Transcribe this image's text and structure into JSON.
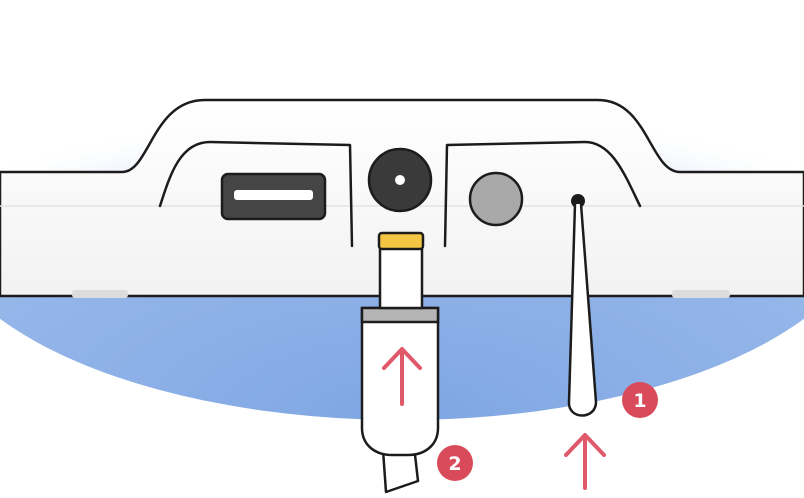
{
  "diagram": {
    "colors": {
      "glow": "#7fa6e3",
      "device_body": "#ffffff",
      "outline": "#1c1c1c",
      "usb_port": "#454545",
      "power_jack": "#3a3a3a",
      "round_button": "#a8a8a8",
      "plug_tip": "#f4c542",
      "plug_collar": "#b5b5b5",
      "arrow": "#e0596b",
      "badge": "#d94b5a"
    },
    "icons": {
      "usb_port": "usb-port-icon",
      "power_jack": "dc-power-jack-icon",
      "round_button": "round-button-icon",
      "reset_hole": "reset-pinhole-icon",
      "pin": "paperclip-pin-icon",
      "plug": "power-plug-icon",
      "arrow": "up-arrow-icon"
    },
    "steps": [
      {
        "number": "1",
        "target": "reset-pinhole"
      },
      {
        "number": "2",
        "target": "power-jack"
      }
    ]
  }
}
